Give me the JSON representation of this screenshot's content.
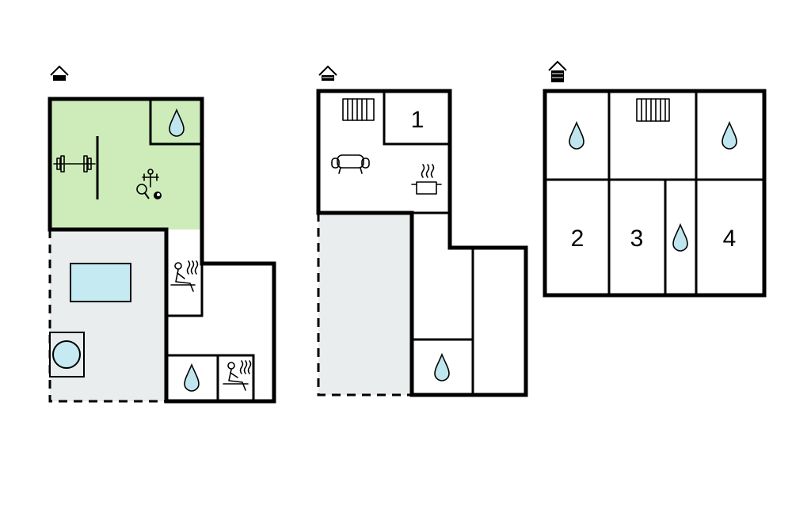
{
  "colors": {
    "activity_room": "#cdecba",
    "terrace": "#e9eded",
    "pool_water": "#c5eaf2",
    "water_drop": "#bfe6ee"
  },
  "floors": [
    {
      "icon": "floor-level-icon"
    },
    {
      "icon": "floor-level-icon"
    },
    {
      "icon": "floor-level-icon"
    }
  ],
  "rooms": {
    "r1": "1",
    "r2": "2",
    "r3": "3",
    "r4": "4"
  }
}
